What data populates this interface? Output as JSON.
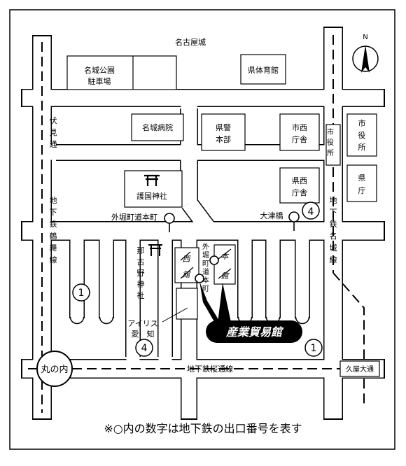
{
  "roads": {
    "top": "名古屋城",
    "bottom_subway": "地下鉄桜通線",
    "left_road": [
      "伏",
      "見",
      "通"
    ],
    "left_subway": [
      "地",
      "下",
      "鉄",
      "鶴",
      "舞",
      "線"
    ],
    "right_subway": [
      "地",
      "下",
      "鉄",
      "名",
      "城",
      "線"
    ]
  },
  "buildings": {
    "parking": [
      "名城公園",
      "駐車場"
    ],
    "gym": "県体育館",
    "hospital": "名城病院",
    "police": [
      "県警",
      "本部"
    ],
    "city_west": [
      "市西",
      "庁舎"
    ],
    "city_hall": [
      "市",
      "役",
      "所"
    ],
    "pref_west": [
      "県西",
      "庁舎"
    ],
    "pref_office": [
      "県",
      "庁"
    ],
    "shrine": "護国神社",
    "nagono_shrine": [
      "那",
      "古",
      "野",
      "神",
      "社"
    ],
    "aichi": [
      "アイリス",
      "愛　知"
    ],
    "naka": [
      "西",
      "館"
    ],
    "higashi": [
      "本",
      "館"
    ]
  },
  "stations": {
    "sotobori_honmachi": "外堀町道本町",
    "otsubashi": "大津橋",
    "sotobori_vertical": [
      "外",
      "堀",
      "町",
      "道",
      "本",
      "町"
    ],
    "shiyakusho": [
      "市",
      "役",
      "所"
    ],
    "marunouchi": "丸の内",
    "hisaya": "久屋大通"
  },
  "exits": {
    "e1a": "1",
    "e4a": "4",
    "e4b": "4",
    "e1b": "1"
  },
  "destination": "産業貿易館",
  "compass": "N",
  "caption": "※○内の数字は地下鉄の出口番号を表す"
}
